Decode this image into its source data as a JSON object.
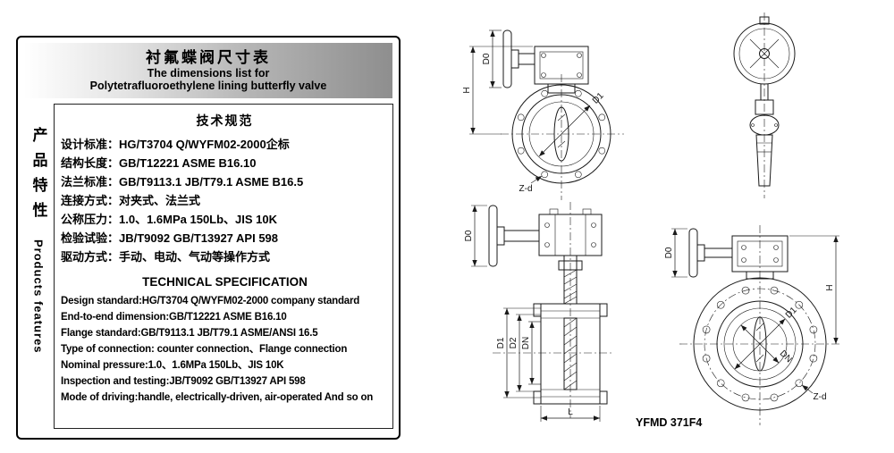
{
  "colors": {
    "panel_border": "#000000",
    "header_gradient_start": "#ffffff",
    "header_gradient_end": "#8e8e8e",
    "drawing_line": "#1a1a1a"
  },
  "panel": {
    "header": {
      "title_cn": "衬氟蝶阀尺寸表",
      "title_en_line1": "The dimensions list for",
      "title_en_line2": "Polytetrafluoroethylene lining butterfly valve"
    },
    "sidebar": {
      "label_cn": "产品特性",
      "label_en": "Products features"
    },
    "spec_cn": {
      "heading": "技术规范",
      "items": [
        "设计标准：HG/T3704 Q/WYFM02-2000企标",
        "结构长度：GB/T12221 ASME B16.10",
        "法兰标准：GB/T9113.1 JB/T79.1   ASME B16.5",
        "连接方式：对夹式、法兰式",
        "公称压力：1.0、1.6MPa 150Lb、JIS 10K",
        "检验试验：JB/T9092 GB/T13927 API 598",
        "驱动方式：手动、电动、气动等操作方式"
      ]
    },
    "spec_en": {
      "heading": "TECHNICAL SPECIFICATION",
      "items": [
        "Design standard:HG/T3704 Q/WYFM02-2000 company standard",
        "End-to-end dimension:GB/T12221 ASME B16.10",
        "Flange standard:GB/T9113.1 JB/T79.1 ASME/ANSI 16.5",
        "Type of connection: counter connection、Flange connection",
        "Nominal pressure:1.0、1.6MPa 150Lb、JIS 10K",
        "Inspection and testing:JB/T9092 GB/T13927 API 598",
        "Mode of driving:handle, electrically-driven, air-operated And so on"
      ]
    }
  },
  "drawings": {
    "model_code": "YFMD 371F4",
    "labels": {
      "d0": "D0",
      "h": "H",
      "d1": "D1",
      "d2": "D2",
      "dn": "DN",
      "l": "L",
      "z_d": "Z-d"
    }
  }
}
